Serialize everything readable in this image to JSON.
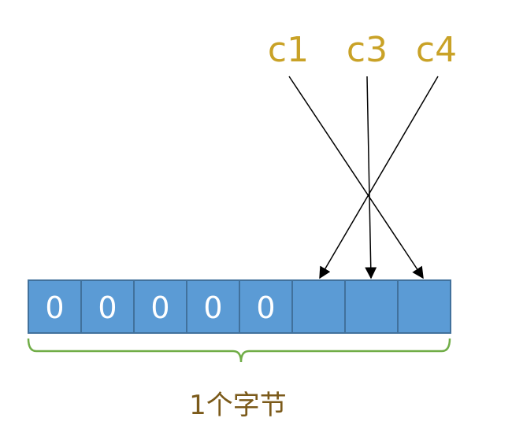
{
  "column_labels": [
    "c1",
    "c3",
    "c4"
  ],
  "bits": [
    "0",
    "0",
    "0",
    "0",
    "0",
    "",
    "",
    ""
  ],
  "byte_label": "1个字节",
  "colors": {
    "cell_fill": "#5b9bd5",
    "cell_border": "#41719c",
    "label_color": "#c9a227",
    "brace_color": "#70ad47",
    "arrow_color": "#000000",
    "byte_label_color": "#7b5a1a"
  }
}
